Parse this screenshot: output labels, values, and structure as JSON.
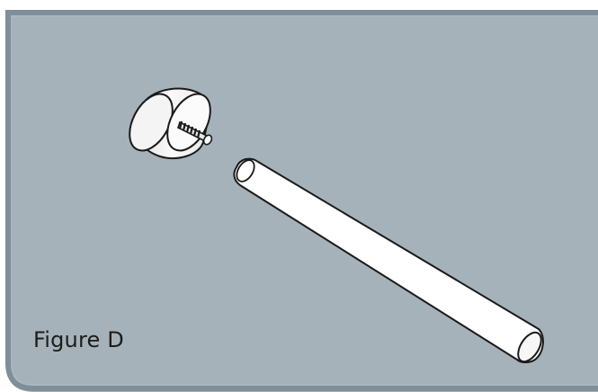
{
  "figure": {
    "label": "Figure D"
  },
  "colors": {
    "panel_background": "#a6b2b9",
    "panel_border": "#7d8d97",
    "part_fill": "#f7f7f7",
    "part_shade": "#dcdcdc",
    "outline": "#1a1a1a"
  },
  "parts": [
    {
      "name": "threaded-knob",
      "icon": "knob-with-threaded-stud"
    },
    {
      "name": "dowel-rod",
      "icon": "cylindrical-rod"
    }
  ]
}
